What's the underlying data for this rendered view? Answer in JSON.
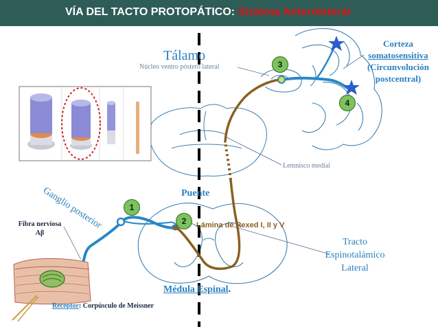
{
  "header": {
    "title_main": "VÍA DEL TACTO PROTOPÁTICO:",
    "title_sub": "Sistema Anterolateral"
  },
  "labels": {
    "talamo": "Tálamo",
    "nucleo": "Núcleo ventro póstero lateral",
    "corteza": [
      "Corteza",
      "somatosensitiva",
      "(Circunvolución",
      "postcentral)"
    ],
    "lemnisco": "Lemnisco medial",
    "puente": "Puente",
    "ganglio": "Ganglio posterior",
    "fibra": [
      "Fibra nerviosa",
      "Aβ"
    ],
    "lamina": "Lámina de Rexed I, II y V",
    "tracto": [
      "Tracto",
      "Espinotalámico",
      "Lateral"
    ],
    "medula": "Médula Espinal",
    "medula_period": ".",
    "receptor_key": "Receptor",
    "receptor_sep": ":",
    "receptor_val": "Corpúsculo de Meissner"
  },
  "steps": [
    "1",
    "2",
    "3",
    "4"
  ],
  "colors": {
    "header_bg": "#2e5d57",
    "title_sub": "#e01010",
    "pathway_blue": "#2a86c6",
    "pathway_brown": "#8a6020",
    "step_badge": "#7cc35e",
    "label_blue": "#2a80c0"
  }
}
